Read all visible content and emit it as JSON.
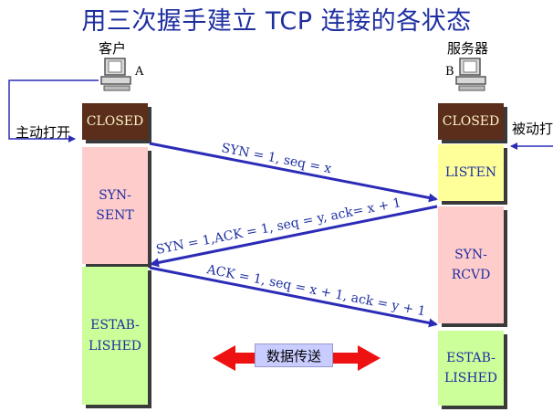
{
  "title": "用三次握手建立 TCP 连接的各状态",
  "client": {
    "label": "客户",
    "letter": "A",
    "action": "主动打开"
  },
  "server": {
    "label": "服务器",
    "letter": "B",
    "action": "被动打开"
  },
  "client_states": [
    "CLOSED",
    "SYN-\nSENT",
    "ESTAB-\nLISHED"
  ],
  "server_states": [
    "CLOSED",
    "LISTEN",
    "SYN-\nRCVD",
    "ESTAB-\nLISHED"
  ],
  "messages": {
    "syn": "SYN = 1, seq = x",
    "synack": "SYN = 1,ACK = 1, seq = y, ack= x + 1",
    "ack": "ACK = 1, seq = x + 1, ack = y + 1"
  },
  "data_transfer": "数据传送",
  "colors": {
    "arrow": "#2b2bb8",
    "title": "#1e2fa0",
    "transfer_arrow": "#ee1111"
  }
}
